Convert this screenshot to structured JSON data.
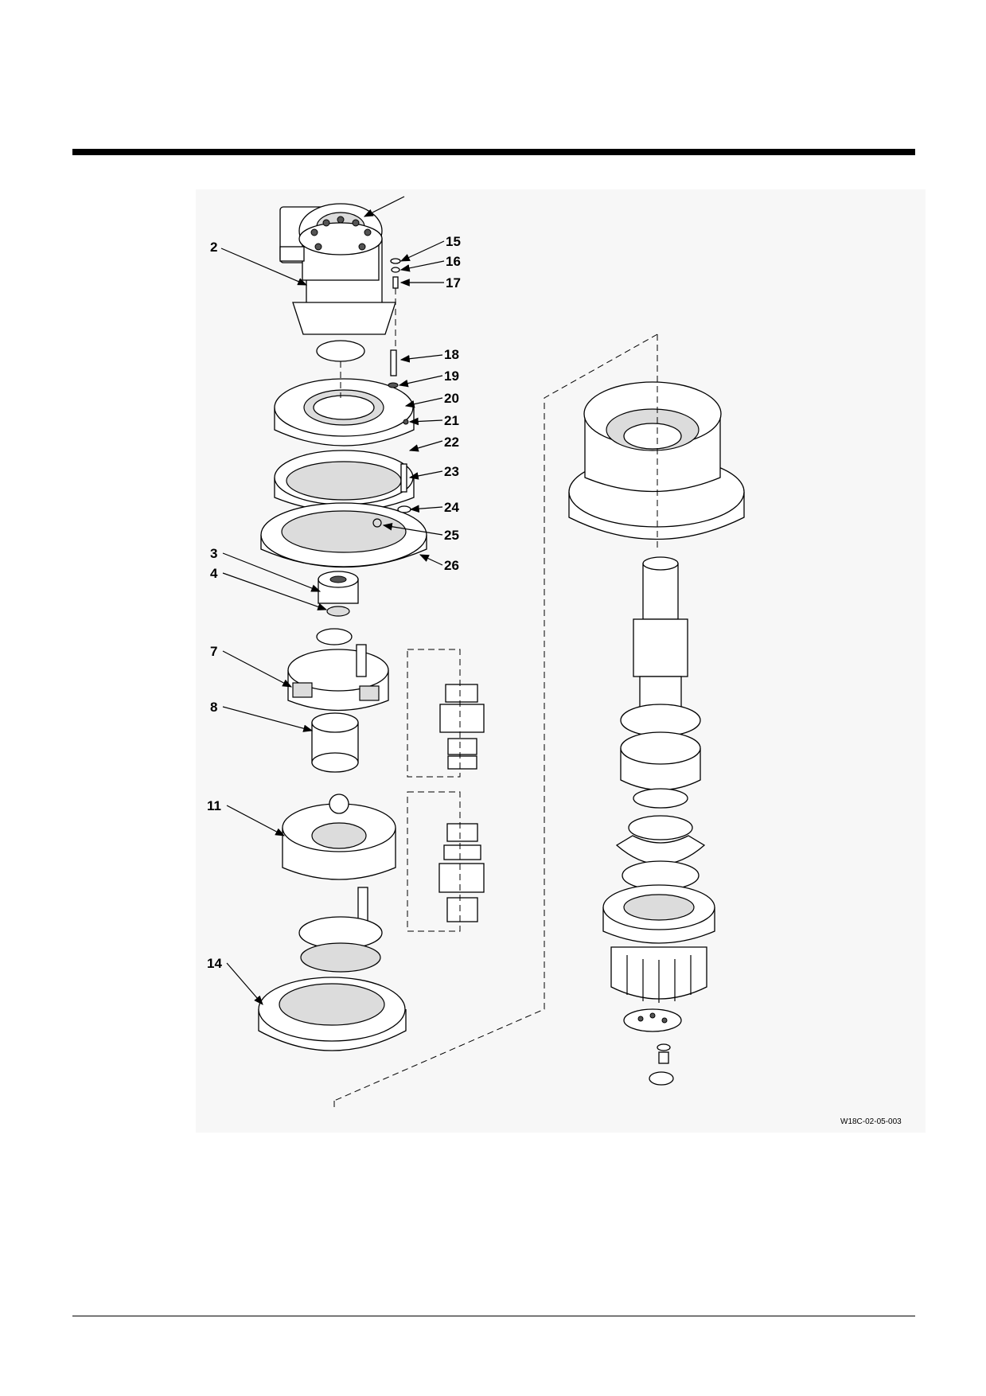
{
  "diagram": {
    "callouts": [
      "2",
      "3",
      "4",
      "7",
      "8",
      "11",
      "14",
      "15",
      "16",
      "17",
      "18",
      "19",
      "20",
      "21",
      "22",
      "23",
      "24",
      "25",
      "26"
    ],
    "figure_ref": "W18C-02-05-003"
  }
}
